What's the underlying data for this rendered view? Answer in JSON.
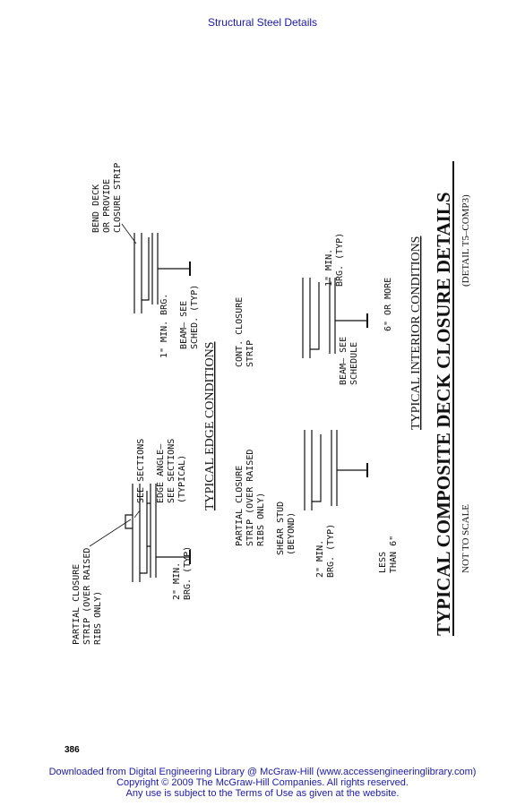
{
  "header": {
    "title": "Structural Steel Details"
  },
  "page_number": "386",
  "drawing": {
    "title": "TYPICAL COMPOSITE DECK CLOSURE DETAILS",
    "not_to_scale": "NOT TO SCALE",
    "detail_ref": "(DETAIL T5–COMP3)",
    "edge_conditions": {
      "heading": "TYPICAL EDGE CONDITIONS",
      "partial_closure": [
        "PARTIAL CLOSURE",
        "STRIP (OVER RAISED",
        "RIBS ONLY)"
      ],
      "see_sections": "SEE SECTIONS",
      "edge_angle": [
        "EDGE ANGLE–",
        "SEE SECTIONS",
        "(TYPICAL)"
      ],
      "min_brg_2": [
        "2\" MIN.",
        "BRG. (TYP)"
      ],
      "min_brg_1": "1\" MIN. BRG.",
      "beam_sched": [
        "BEAM– SEE",
        "SCHED. (TYP)"
      ],
      "bend_deck": [
        "BEND DECK",
        "OR PROVIDE",
        "CLOSURE STRIP"
      ]
    },
    "interior_conditions": {
      "heading": "TYPICAL INTERIOR CONDITIONS",
      "partial_closure": [
        "PARTIAL CLOSURE",
        "STRIP (OVER RAISED",
        "RIBS ONLY)"
      ],
      "shear_stud": [
        "SHEAR STUD",
        "(BEYOND)"
      ],
      "min_brg_2": [
        "2\" MIN.",
        "BRG. (TYP)"
      ],
      "less_than": [
        "LESS",
        "THAN 6\""
      ],
      "cont_closure": [
        "CONT. CLOSURE",
        "STRIP"
      ],
      "beam_schedule": [
        "BEAM– SEE",
        "SCHEDULE"
      ],
      "min_brg_1": [
        "1\" MIN.",
        "BRG. (TYP)"
      ],
      "six_or_more": "6\" OR MORE"
    }
  },
  "footer": {
    "line1": "Downloaded from Digital Engineering Library @ McGraw-Hill (www.accessengineeringlibrary.com)",
    "line2": "Copyright © 2009 The McGraw-Hill Companies. All rights reserved.",
    "line3": "Any use is subject to the Terms of Use as given at the website."
  }
}
